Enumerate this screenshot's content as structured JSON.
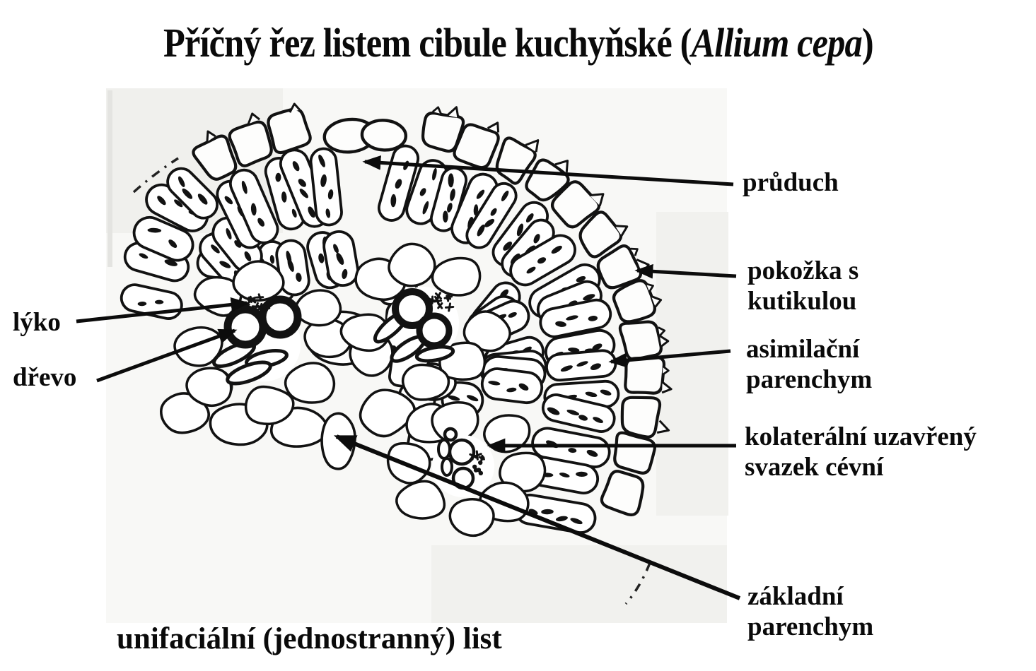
{
  "page": {
    "background": "#ffffff",
    "ink": "#121212",
    "scan_tint": "#f8f8f6"
  },
  "title": {
    "prefix": "Příčný řez listem cibule kuchyňské (",
    "italic": "Allium cepa",
    "suffix": ")"
  },
  "caption": "unifaciální (jednostranný) list",
  "labels": {
    "pruduch": {
      "text": "průduch",
      "points_to": "stoma"
    },
    "pokozka": {
      "text": "pokožka s\nkutikulou",
      "points_to": "epidermis-with-cuticle"
    },
    "asimilacni": {
      "text": "asimilační\nparenchym",
      "points_to": "assimilation-parenchyma"
    },
    "kolateralni": {
      "text": "kolaterální uzavřený\nsvazek cévní",
      "points_to": "closed-collateral-vascular-bundle"
    },
    "zakladni": {
      "text": "základní\nparenchym",
      "points_to": "ground-parenchyma"
    },
    "lyko": {
      "text": "lýko",
      "points_to": "phloem"
    },
    "drevo": {
      "text": "dřevo",
      "points_to": "xylem"
    }
  }
}
